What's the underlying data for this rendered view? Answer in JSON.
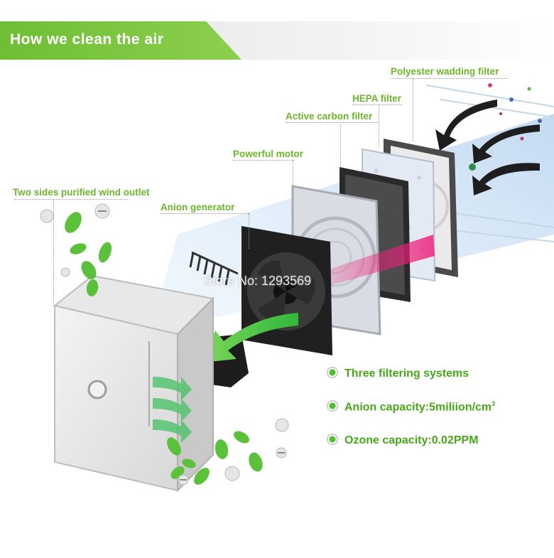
{
  "header": {
    "title": "How we clean the air"
  },
  "labels": {
    "outlet": "Two sides purified wind outlet",
    "anion": "Anion generator",
    "motor": "Powerful motor",
    "carbon": "Active carbon filter",
    "hepa": "HEPA filter",
    "polyester": "Polyester wadding filter"
  },
  "features": [
    {
      "text": "Three filtering systems"
    },
    {
      "text": "Anion capacity:5miliion/cm",
      "sup": "3"
    },
    {
      "text": "Ozone capacity:0.02PPM"
    }
  ],
  "watermark": "Store No: 1293569",
  "colors": {
    "accent_green": "#6db52a",
    "feature_green": "#46a818",
    "pink_arrow": "#e0297a"
  },
  "icons": [
    "leaf-icon",
    "anion-bubble-icon",
    "arrow-icon"
  ]
}
